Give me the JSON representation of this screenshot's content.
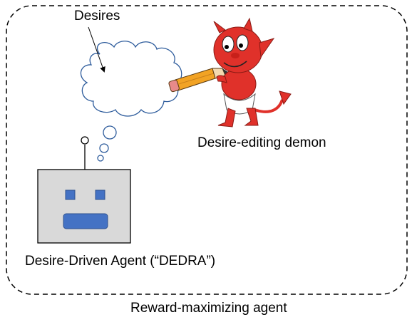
{
  "labels": {
    "desires": "Desires",
    "demon": "Desire-editing demon",
    "agent": "Desire-Driven Agent (“DEDRA”)",
    "outer": "Reward-maximizing agent"
  },
  "colors": {
    "robot_body": "#d9d9d9",
    "robot_features": "#4472c4",
    "demon_red": "#e0312a",
    "cloud_stroke": "#2e5c9c",
    "pencil_yellow": "#f2a324",
    "pencil_eraser": "#e88a8a"
  },
  "icons": {
    "thought_cloud": "thought-cloud",
    "demon": "cartoon-devil",
    "robot": "robot-face",
    "pencil": "pencil"
  }
}
